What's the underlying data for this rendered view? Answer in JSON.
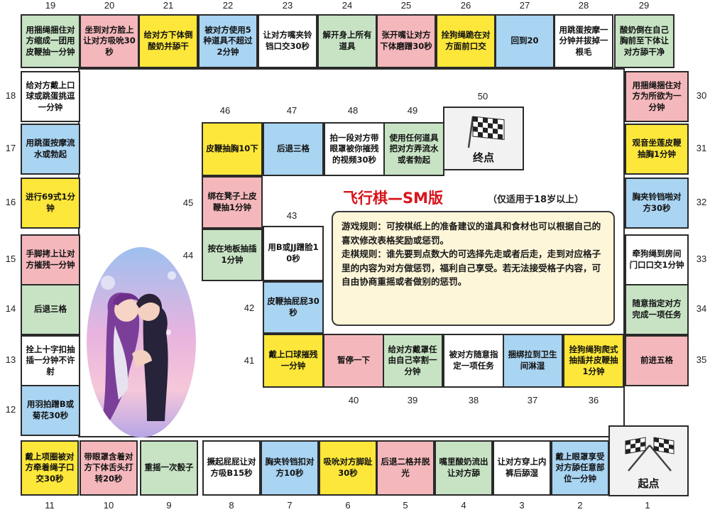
{
  "colors": {
    "yellow": "#fde73a",
    "pink": "#f4b8bc",
    "green": "#c7e3c4",
    "blue": "#a9d4f2",
    "white": "#ffffff",
    "title_red": "#d8141c"
  },
  "title": "飞行棋—SM版",
  "subtitle": "（仅适用于18岁以上）",
  "rules": [
    "游戏规则：可按棋纸上的准备建议的道具和食材也可以根据自己的喜欢修改表格奖励或惩罚。",
    "走棋规则：谁先要到点数大的可选择先走或者后走，走到对应格子里的内容为对方做惩罚，福利自己享受。若无法接受格子内容，可自由协商重摇或者做别的惩罚。"
  ],
  "start": {
    "num": "1",
    "label": "起点",
    "icon": "crossed-checkered-flags-icon"
  },
  "finish": {
    "num": "50",
    "label": "终点",
    "icon": "checkered-flag-icon"
  },
  "picture": {
    "name": "anime-couple-illustration"
  },
  "cells": [
    {
      "num": "2",
      "text": "戴上眼罩享受对方舔任意部位一分钟",
      "color": "blue"
    },
    {
      "num": "3",
      "text": "让对方穿上内裤后舔湿",
      "color": "white"
    },
    {
      "num": "4",
      "text": "嘴里酸奶流出让对方舔",
      "color": "green"
    },
    {
      "num": "5",
      "text": "后退二格并脱光",
      "color": "pink"
    },
    {
      "num": "6",
      "text": "吸吮对方脚趾30秒",
      "color": "yellow"
    },
    {
      "num": "7",
      "text": "胸夹铃铛扣对方10秒",
      "color": "blue"
    },
    {
      "num": "8",
      "text": "撅起屁屁让对方吸B15秒",
      "color": "white"
    },
    {
      "num": "9",
      "text": "重摇一次骰子",
      "color": "green"
    },
    {
      "num": "10",
      "text": "带眼罩含着对方下体舌头打转20秒",
      "color": "pink"
    },
    {
      "num": "11",
      "text": "戴上项圈被对方牵着绳子口交30秒",
      "color": "yellow"
    },
    {
      "num": "12",
      "text": "用羽拍蹭B或菊花30秒",
      "color": "blue"
    },
    {
      "num": "13",
      "text": "拴上十字扣抽插一分钟不许射",
      "color": "white"
    },
    {
      "num": "14",
      "text": "后退三格",
      "color": "green"
    },
    {
      "num": "15",
      "text": "手脚拷上让对方摧残一分钟",
      "color": "pink"
    },
    {
      "num": "16",
      "text": "进行69式1分钟",
      "color": "yellow"
    },
    {
      "num": "17",
      "text": "用跳蛋按摩流水或勃起",
      "color": "blue"
    },
    {
      "num": "18",
      "text": "给对方戴上口球或跳蛋挑逗一分钟",
      "color": "white"
    },
    {
      "num": "19",
      "text": "用捆绳捆住对方缩成一团用皮鞭抽一分钟",
      "color": "green"
    },
    {
      "num": "20",
      "text": "坐到对方脸上让对方吸吮30秒",
      "color": "pink"
    },
    {
      "num": "21",
      "text": "给对方下体倒酸奶并舔干",
      "color": "yellow"
    },
    {
      "num": "22",
      "text": "被对方使用5种道具不超过2分钟",
      "color": "blue"
    },
    {
      "num": "23",
      "text": "让对方嘴夹铃铛口交30秒",
      "color": "white"
    },
    {
      "num": "24",
      "text": "解开身上所有道具",
      "color": "green"
    },
    {
      "num": "25",
      "text": "张开嘴让对方下体磨蹭30秒",
      "color": "pink"
    },
    {
      "num": "26",
      "text": "拴狗绳跪在对方面前口交",
      "color": "yellow"
    },
    {
      "num": "27",
      "text": "回到20",
      "color": "blue"
    },
    {
      "num": "28",
      "text": "用跳蛋按摩一分钟并拔掉一根毛",
      "color": "white"
    },
    {
      "num": "29",
      "text": "酸奶倒在自己胸前至下体让对方舔干净",
      "color": "green"
    },
    {
      "num": "30",
      "text": "用捆绳捆住对方为所欲为一分钟",
      "color": "pink"
    },
    {
      "num": "31",
      "text": "观音坐莲皮鞭抽胸1分钟",
      "color": "yellow"
    },
    {
      "num": "32",
      "text": "胸夹铃铛啪对方30秒",
      "color": "blue"
    },
    {
      "num": "33",
      "text": "牵狗绳到房间门口口交1分钟",
      "color": "white"
    },
    {
      "num": "34",
      "text": "随意指定对方完成一项任务",
      "color": "green"
    },
    {
      "num": "35",
      "text": "前进五格",
      "color": "pink"
    },
    {
      "num": "36",
      "text": "拴狗绳狗爬式抽插并皮鞭抽1分钟",
      "color": "yellow"
    },
    {
      "num": "37",
      "text": "捆绑拉到卫生间淋湿",
      "color": "blue"
    },
    {
      "num": "38",
      "text": "被对方随意指定一项任务",
      "color": "white"
    },
    {
      "num": "39",
      "text": "给对方戴罩任由自己宰割一分钟",
      "color": "green"
    },
    {
      "num": "40",
      "text": "暂停一下",
      "color": "pink"
    },
    {
      "num": "41",
      "text": "戴上口球摧残一分钟",
      "color": "yellow"
    },
    {
      "num": "42",
      "text": "皮鞭抽屁屁30秒",
      "color": "blue"
    },
    {
      "num": "43",
      "text": "用B或JJ蹭脸10秒",
      "color": "white"
    },
    {
      "num": "44",
      "text": "按在地板抽插1分钟",
      "color": "green"
    },
    {
      "num": "45",
      "text": "绑在凳子上皮鞭抽1分钟",
      "color": "pink"
    },
    {
      "num": "46",
      "text": "皮鞭抽胸10下",
      "color": "yellow"
    },
    {
      "num": "47",
      "text": "后退三格",
      "color": "blue"
    },
    {
      "num": "48",
      "text": "拍一段对方带眼罩被你摧残的视频30秒",
      "color": "white"
    },
    {
      "num": "49",
      "text": "使用任何道具把对方弄流水或者勃起",
      "color": "green"
    }
  ]
}
